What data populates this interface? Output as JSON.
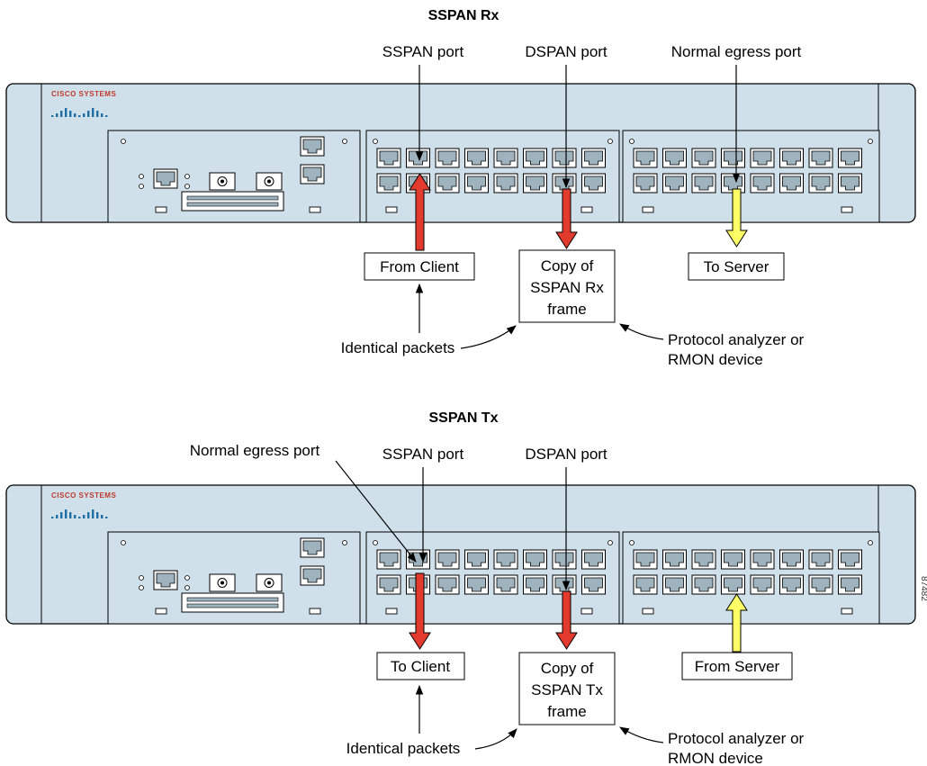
{
  "colors": {
    "chassis": "#cfe0ea",
    "port": "#9fb3bf",
    "outline": "#000000",
    "red_arrow": "#e23b2e",
    "yellow_arrow": "#ffff66",
    "logo_red": "#c0392b",
    "logo_blue": "#1f6fa5"
  },
  "logo": {
    "wordmark": "Cisco Systems"
  },
  "rx": {
    "title": "SSPAN Rx",
    "labels": {
      "sspan_port": "SSPAN port",
      "dspan_port": "DSPAN port",
      "normal_egress_port": "Normal egress port"
    },
    "boxes": {
      "client": "From Client",
      "copy_line1": "Copy of",
      "copy_line2": "SSPAN Rx",
      "copy_line3": "frame",
      "server": "To Server"
    },
    "identical_packets": "Identical packets",
    "analyzer_line1": "Protocol analyzer or",
    "analyzer_line2": "RMON device"
  },
  "tx": {
    "title": "SSPAN Tx",
    "labels": {
      "normal_egress_port": "Normal egress port",
      "sspan_port": "SSPAN port",
      "dspan_port": "DSPAN port"
    },
    "boxes": {
      "client": "To Client",
      "copy_line1": "Copy of",
      "copy_line2": "SSPAN Tx",
      "copy_line3": "frame",
      "server": "From Server"
    },
    "identical_packets": "Identical packets",
    "analyzer_line1": "Protocol analyzer or",
    "analyzer_line2": "RMON device"
  },
  "figure_number": "87482"
}
